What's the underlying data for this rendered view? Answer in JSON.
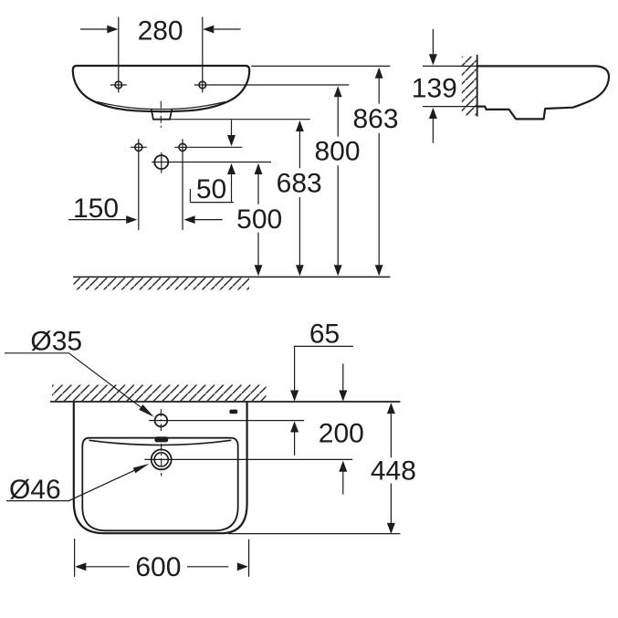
{
  "drawing": {
    "kind": "sanitary-ware technical dimension drawing",
    "subject": "wall-hung washbasin, three orthographic views with millimetre dimensions",
    "colors": {
      "line": "#1c1c1c",
      "background": "#ffffff"
    },
    "views": {
      "front": {
        "name": "front elevation",
        "dims": {
          "fixing_hole_spacing": "280",
          "overall_height": "863",
          "fixing_height": "800",
          "trap_height": "683",
          "drain_height": "500",
          "supply_spacing": "150",
          "supply_drain_offset": "50"
        }
      },
      "side": {
        "name": "side elevation",
        "dims": {
          "basin_edge_height": "139"
        }
      },
      "plan": {
        "name": "plan view",
        "dims": {
          "tap_hole_diameter": "Ø35",
          "wall_to_tap_hole": "65",
          "wall_to_drain": "200",
          "overall_depth": "448",
          "drain_diameter": "Ø46",
          "overall_width": "600"
        }
      }
    }
  }
}
